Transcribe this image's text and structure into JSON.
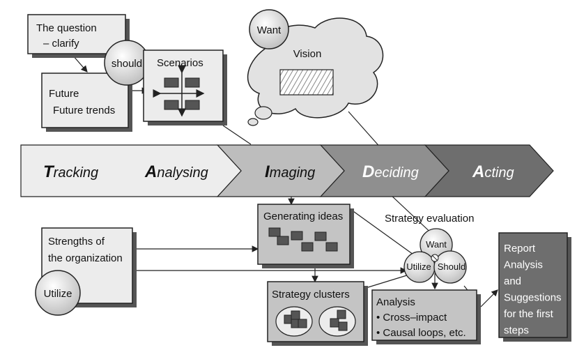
{
  "boxes": {
    "question": {
      "title": "The question",
      "sub": "– clarify"
    },
    "future": {
      "title": "Future",
      "sub": "Future trends"
    },
    "scenarios": {
      "title": "Scenarios"
    },
    "vision": {
      "title": "Vision"
    },
    "strengths": {
      "line1": "Strengths of",
      "line2": "the organization"
    },
    "generating": {
      "title": "Generating ideas"
    },
    "clusters": {
      "title": "Strategy clusters"
    },
    "analysis": {
      "title": "Analysis",
      "item1": "• Cross–impact",
      "item2": "• Causal loops, etc."
    },
    "report": {
      "lines": [
        "Report",
        "Analysis",
        "and",
        "Suggestions",
        "for the first",
        "steps"
      ]
    }
  },
  "circles": {
    "want_top": "Want",
    "should_top": "should",
    "utilize_left": "Utilize",
    "want_small": "Want",
    "utilize_small": "Utilize",
    "should_small": "Should"
  },
  "phases": [
    {
      "initial": "T",
      "rest": "racking"
    },
    {
      "initial": "A",
      "rest": "nalysing"
    },
    {
      "initial": "I",
      "rest": "maging"
    },
    {
      "initial": "D",
      "rest": "eciding"
    },
    {
      "initial": "A",
      "rest": "cting"
    }
  ],
  "labels": {
    "strategy_evaluation": "Strategy evaluation"
  },
  "colors": {
    "box_fill": "#ececec",
    "box_dark": "#c4c4c4",
    "report_fill": "#6e6e6e",
    "phase1": "#ededed",
    "phase2": "#bdbdbd",
    "phase3": "#8f8f8f",
    "phase4": "#6e6e6e"
  }
}
